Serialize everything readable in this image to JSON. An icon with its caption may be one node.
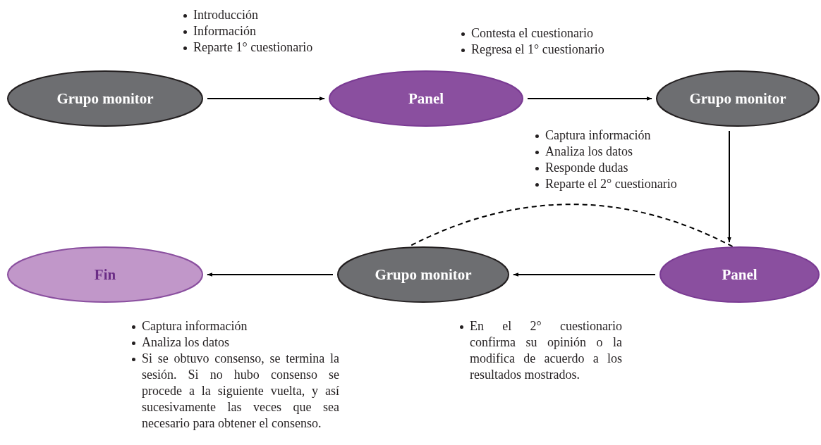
{
  "diagram": {
    "nodes": [
      {
        "text": [
          "Grupo monitor"
        ]
      },
      {
        "text": [
          "Panel"
        ]
      },
      {
        "text": [
          "Grupo monitor"
        ]
      },
      {
        "text": [
          "Panel"
        ]
      },
      {
        "text": [
          "Grupo monitor"
        ]
      },
      {
        "text": [
          "Fin"
        ]
      }
    ],
    "edges": [
      {
        "from": 0,
        "to": 1,
        "arrow": "to"
      },
      {
        "from": 1,
        "to": 2,
        "arrow": "to"
      },
      {
        "from": 2,
        "to": 3,
        "arrow": "to"
      },
      {
        "from": 3,
        "to": 4,
        "arrow": "to"
      },
      {
        "from": 4,
        "to": 5,
        "arrow": "to"
      },
      {
        "from": 3,
        "to": 4,
        "arrow": "none",
        "style": "dashed"
      }
    ],
    "labels": [
      "Introducción",
      "Información",
      "Reparte 1° cuestionario",
      "Contesta el cuestionario",
      "Regresa el 1° cuestionario",
      "Captura información",
      "Analiza los datos",
      "Responde dudas",
      "Reparte el 2° cuestionario",
      "En el 2° cuestionario confirma su opinión o la modifica de acuerdo a los resultados mostrados.",
      "Captura información",
      "Analiza los datos",
      "Si se obtuvo consenso, se termina la sesión. Si no hubo consenso se procede a la siguiente vuelta, y así sucesivamente las veces que sea necesario para obtener el consenso."
    ]
  }
}
